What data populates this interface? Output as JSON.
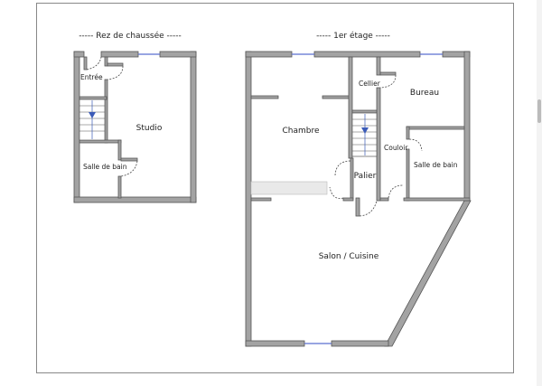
{
  "titles": {
    "ground": "----- Rez de chaussée -----",
    "first": "----- 1er étage -----"
  },
  "rooms": {
    "entree": "Entrée",
    "studio": "Studio",
    "sdb_rdc": "Salle de bain",
    "chambre": "Chambre",
    "cellier": "Cellier",
    "bureau": "Bureau",
    "couloir": "Couloir",
    "palier": "Palier",
    "sdb_etage": "Salle de bain",
    "salon": "Salon / Cuisine"
  },
  "colors": {
    "wall": "#a3a3a3",
    "window": "#5b6fd0",
    "stair_arrow": "#3b5bb8"
  }
}
